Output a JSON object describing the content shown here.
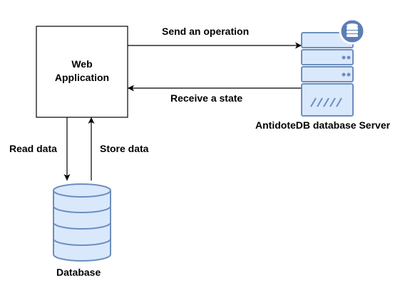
{
  "web_app": {
    "line1": "Web",
    "line2": "Application"
  },
  "arrows": {
    "send": "Send an operation",
    "receive": "Receive a state",
    "read": "Read data",
    "store": "Store data"
  },
  "server": {
    "label": "AntidoteDB database Server",
    "icon": "server-icon"
  },
  "database": {
    "label": "Database",
    "icon": "database-icon"
  },
  "colors": {
    "icon_fill": "#dae8fc",
    "icon_stroke": "#6c8ebf",
    "line": "#000000",
    "badge_fill": "#5b7fb5"
  }
}
